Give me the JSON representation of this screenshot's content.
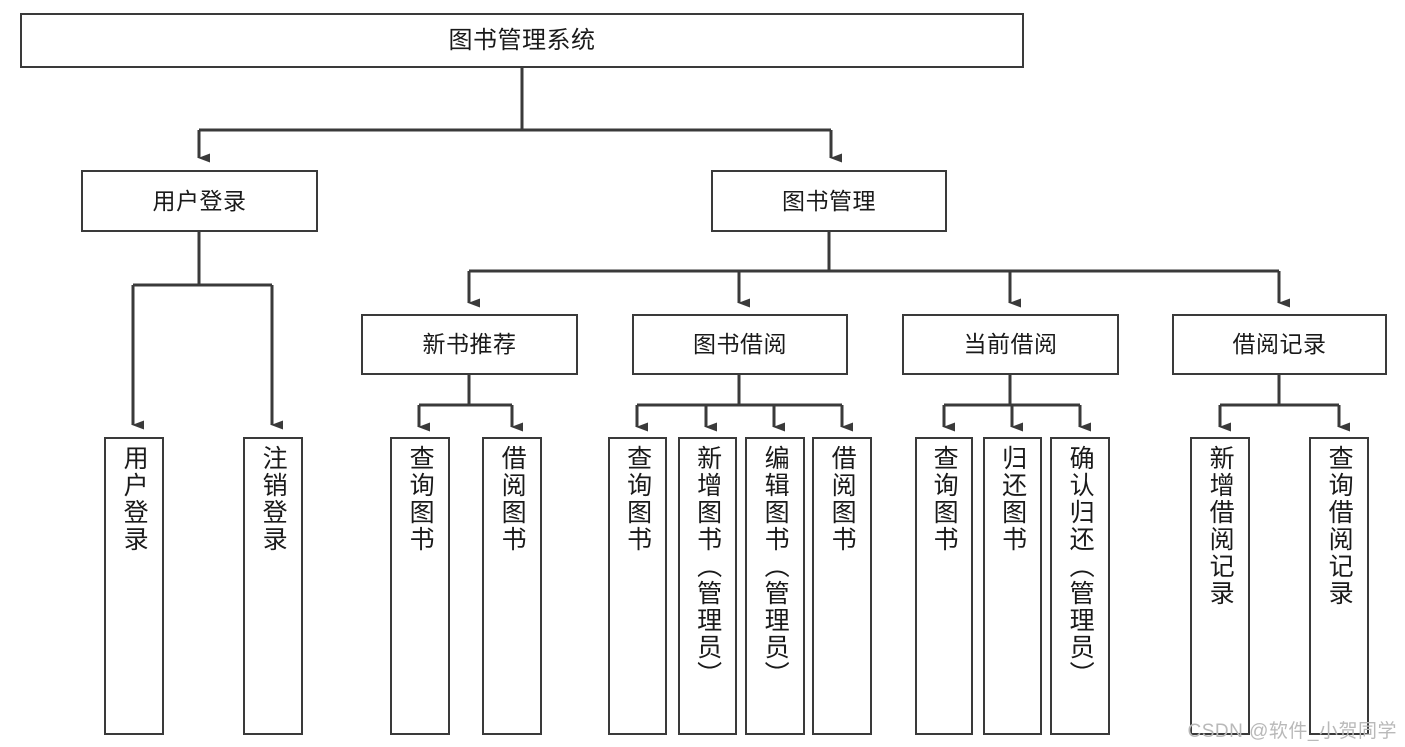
{
  "diagram": {
    "title": "图书管理系统",
    "root": {
      "label": "图书管理系统"
    },
    "level2": [
      {
        "label": "用户登录"
      },
      {
        "label": "图书管理"
      }
    ],
    "level3": [
      {
        "label": "新书推荐"
      },
      {
        "label": "图书借阅"
      },
      {
        "label": "当前借阅"
      },
      {
        "label": "借阅记录"
      }
    ],
    "leaves": {
      "user_login": [
        {
          "label": "用户登录"
        },
        {
          "label": "注销登录"
        }
      ],
      "new_book_recommend": [
        {
          "label": "查询图书"
        },
        {
          "label": "借阅图书"
        }
      ],
      "book_borrow": [
        {
          "label": "查询图书"
        },
        {
          "label": "新增图书（管理员）"
        },
        {
          "label": "编辑图书（管理员）"
        },
        {
          "label": "借阅图书"
        }
      ],
      "current_borrow": [
        {
          "label": "查询图书"
        },
        {
          "label": "归还图书"
        },
        {
          "label": "确认归还（管理员）"
        }
      ],
      "borrow_record": [
        {
          "label": "新增借阅记录"
        },
        {
          "label": "查询借阅记录"
        }
      ]
    }
  },
  "watermark": {
    "text": "CSDN @软件_小贺同学"
  },
  "colors": {
    "border": "#3a3a3a",
    "background": "#ffffff",
    "text": "#1a1a1a",
    "watermark": "#b9b9b9"
  }
}
